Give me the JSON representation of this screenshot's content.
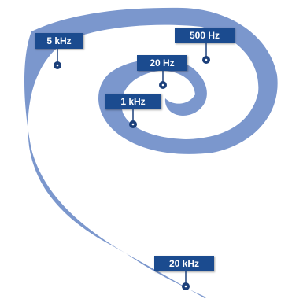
{
  "colors": {
    "spiral": "#7b97cd",
    "label_bg": "#1b4b8f",
    "label_text": "#ffffff",
    "marker": "#1b3f7a"
  },
  "markers": [
    {
      "id": "5k",
      "text": "5 kHz"
    },
    {
      "id": "500",
      "text": "500 Hz"
    },
    {
      "id": "20",
      "text": "20 Hz"
    },
    {
      "id": "1k",
      "text": "1 kHz"
    },
    {
      "id": "20k",
      "text": "20 kHz"
    }
  ]
}
